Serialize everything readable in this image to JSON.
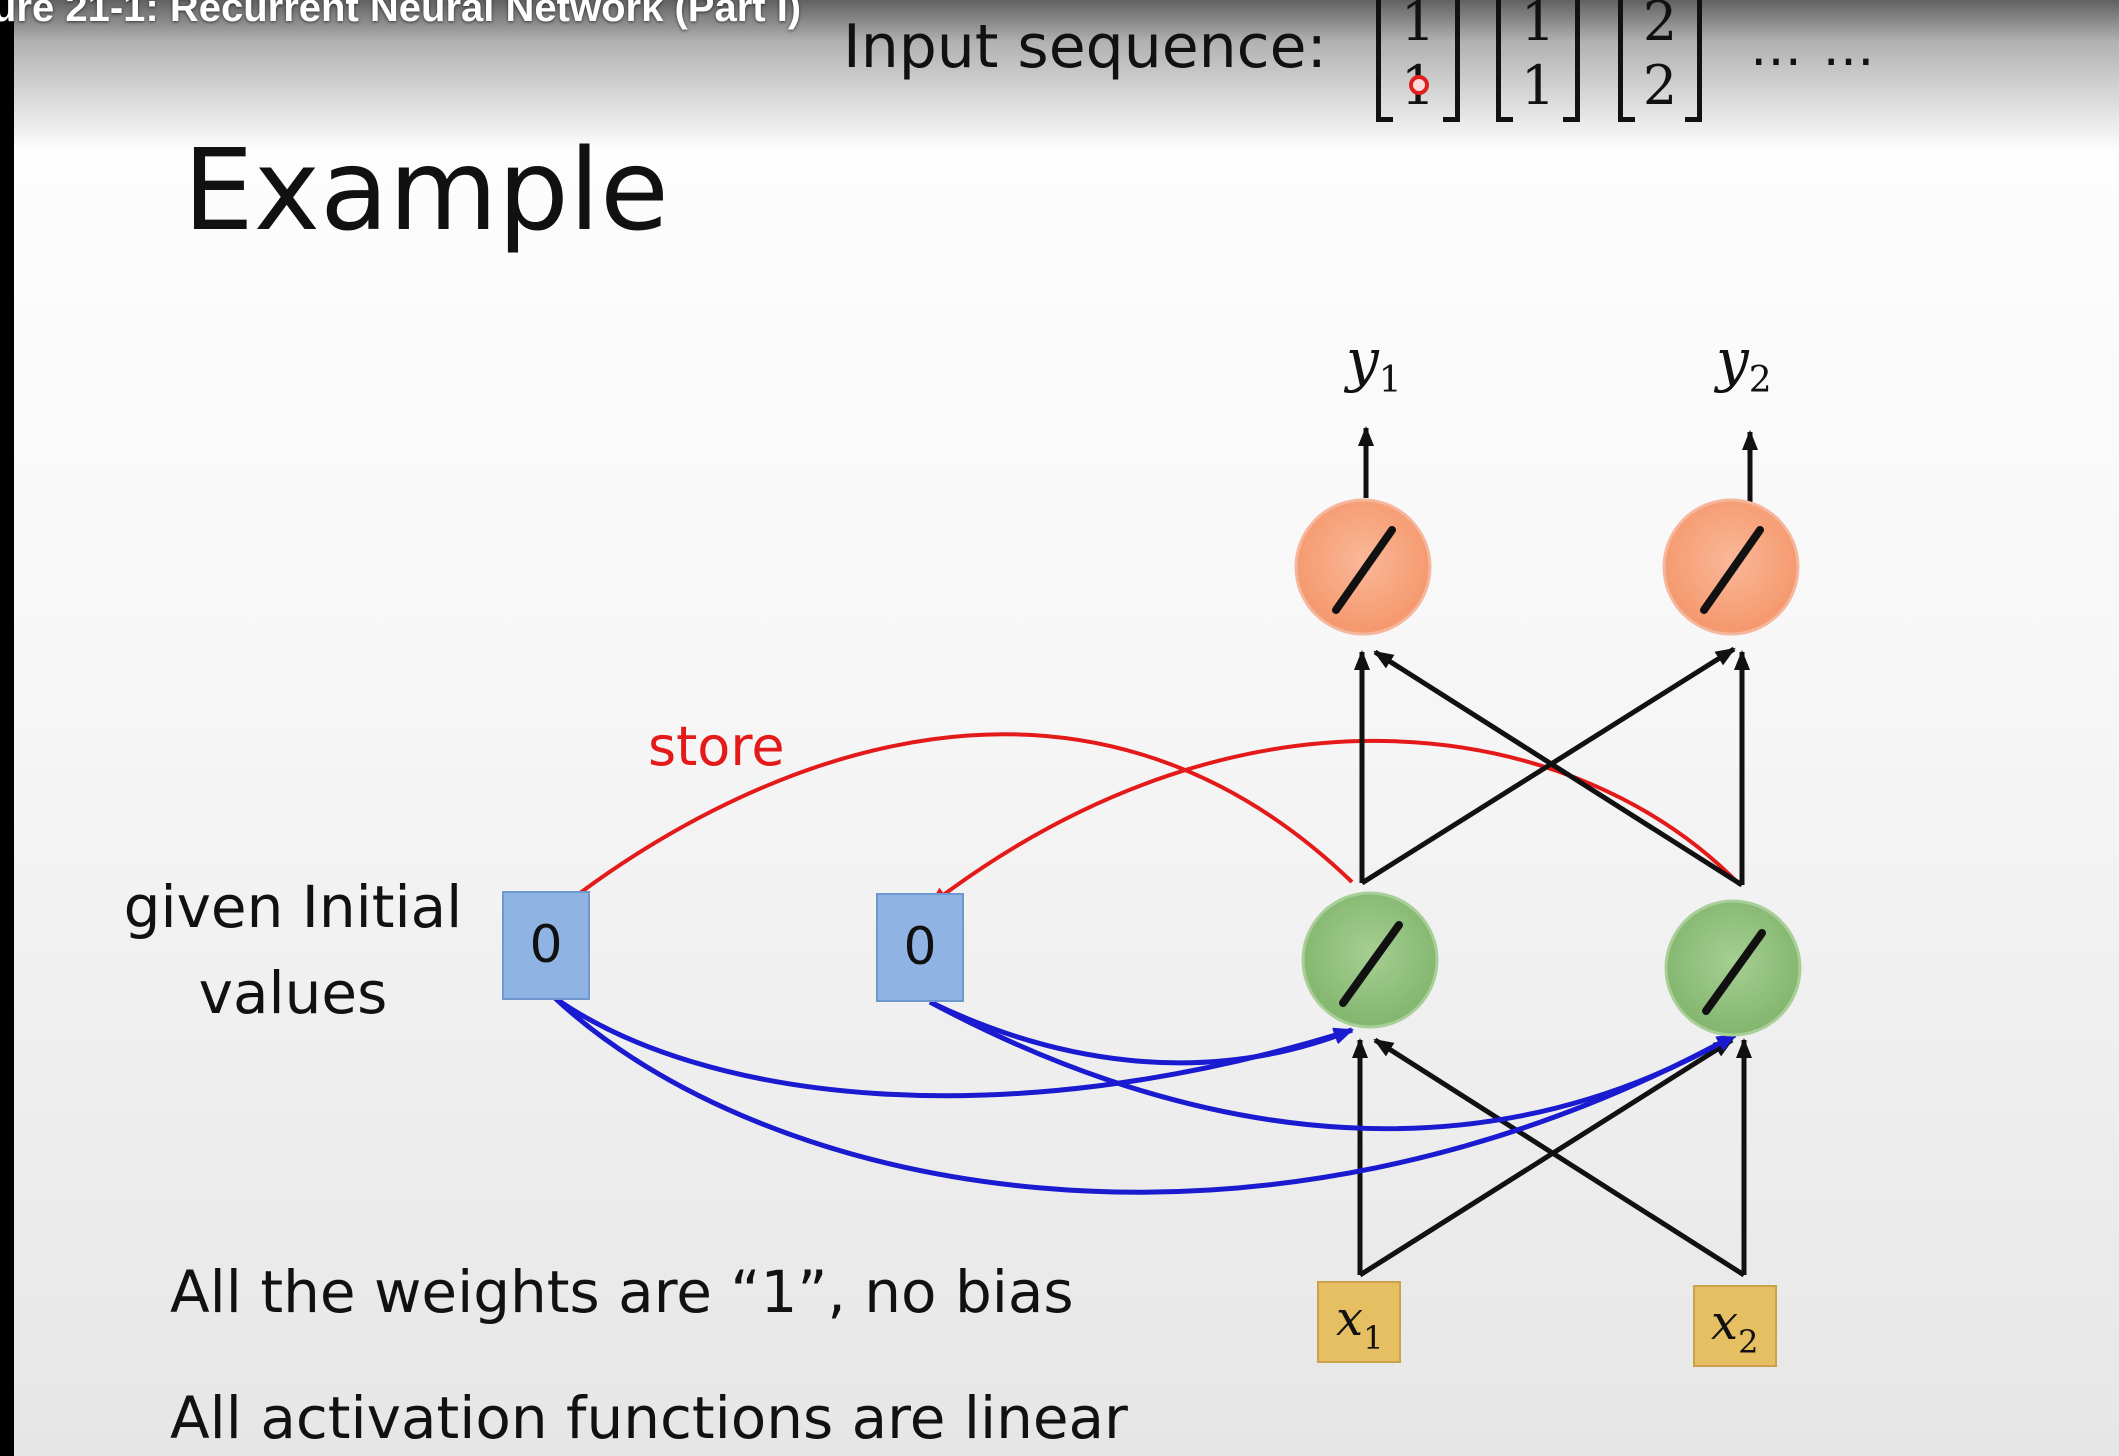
{
  "video": {
    "title": "ure 21-1: Recurrent Neural Network (Part I)"
  },
  "input_sequence": {
    "label": "Input sequence:",
    "vectors": [
      [
        "1",
        "1"
      ],
      [
        "1",
        "1"
      ],
      [
        "2",
        "2"
      ]
    ],
    "more": "… …"
  },
  "slide": {
    "heading": "Example",
    "store_label": "store",
    "initial_label_line1": "given Initial",
    "initial_label_line2": "values",
    "memory_values": [
      "0",
      "0"
    ],
    "outputs": [
      {
        "var": "y",
        "sub": "1"
      },
      {
        "var": "y",
        "sub": "2"
      }
    ],
    "inputs": [
      {
        "var": "x",
        "sub": "1"
      },
      {
        "var": "x",
        "sub": "2"
      }
    ],
    "note_weights": "All the weights are “1”, no bias",
    "note_activation": "All activation functions are linear"
  },
  "colors": {
    "store_arrow": "#e41a1a",
    "memory_arrows": "#1a1ad0",
    "hidden_neuron": "#8fc07a",
    "output_neuron": "#f7a078",
    "memory_box": "#8fb4e3",
    "input_box": "#e6bf62"
  },
  "icons": {
    "neuron_activation": "linear-slash-icon",
    "cursor": "pointer-dot-icon"
  }
}
